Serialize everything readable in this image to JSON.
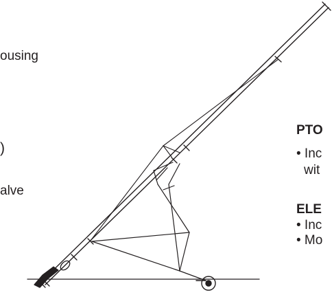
{
  "labels": {
    "left_housing": "ousing",
    "left_paren": ")",
    "left_valve": "alve",
    "pto_heading": "PTO",
    "pto_bullet_line1": "• Inc",
    "pto_bullet_line2": "wit",
    "ele_heading": "ELE",
    "ele_bullet1": "• Inc",
    "ele_bullet2": "• Mo"
  },
  "colors": {
    "ink": "#231f20",
    "background": "#ffffff"
  },
  "diagram": {
    "subject": "portable grain auger on wheeled undercarriage",
    "components": [
      "auger-tube",
      "intake-hopper",
      "lift-arms",
      "cable-truss",
      "transport-wheel",
      "ground-line"
    ]
  }
}
